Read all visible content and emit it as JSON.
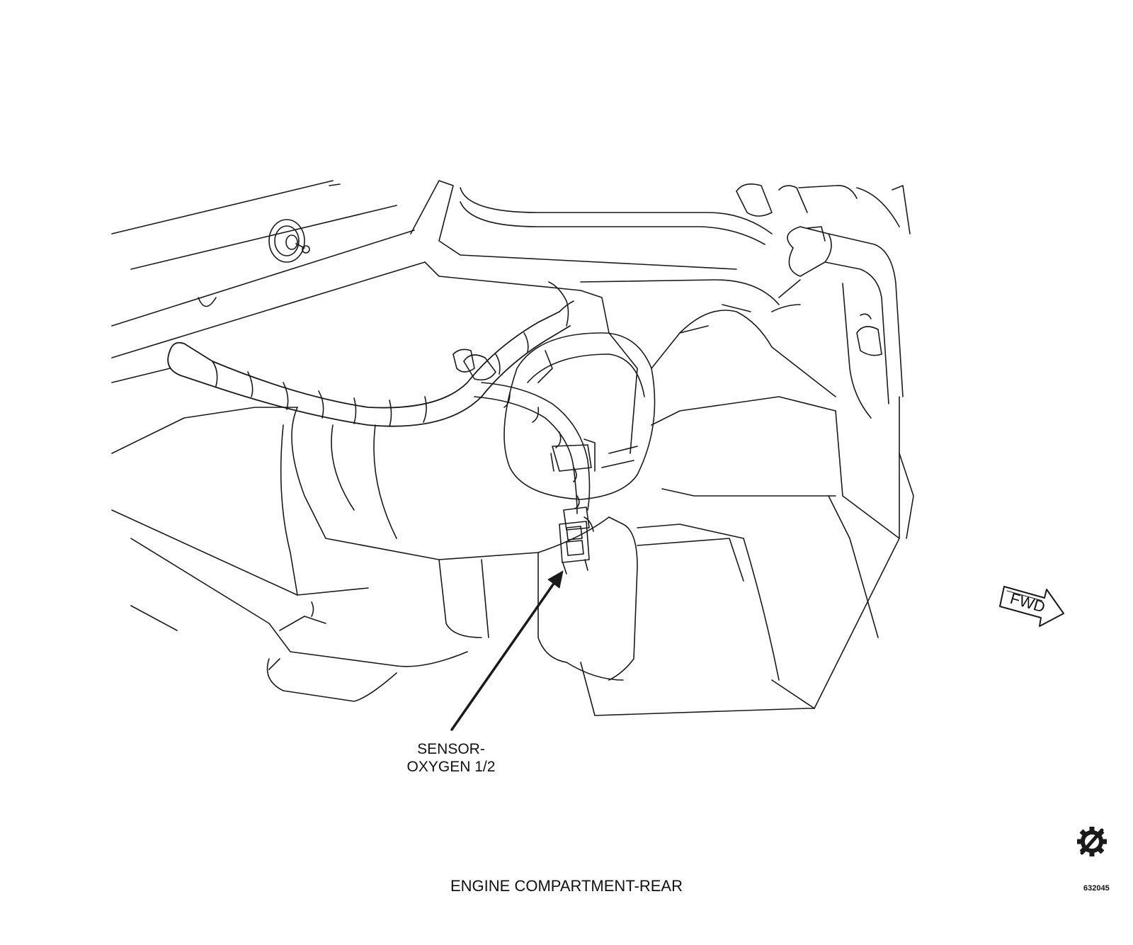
{
  "labels": {
    "sensor_line1": "SENSOR-",
    "sensor_line2": "OXYGEN 1/2",
    "fwd": "FWD",
    "caption": "ENGINE COMPARTMENT-REAR",
    "figure_number": "632045"
  },
  "icons": {
    "direction": "fwd-arrow-icon",
    "service_symbol": "gear-slash-icon"
  },
  "colors": {
    "line": "#1a1a1a",
    "background": "#ffffff"
  }
}
